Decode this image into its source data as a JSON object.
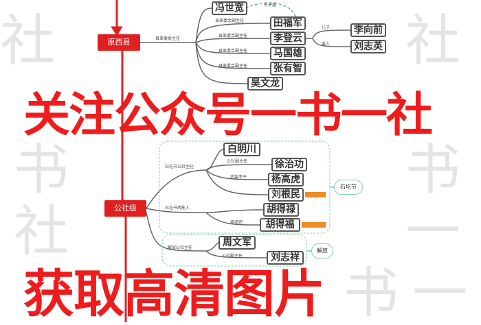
{
  "watermark": [
    "一",
    "书",
    "一",
    "社"
  ],
  "roots": {
    "county": "原西县",
    "commune": "公社级"
  },
  "county_edge": "县革委会主任",
  "county_nodes": [
    {
      "name": "冯世宽"
    },
    {
      "name": "田福军",
      "edge": "县革委会副主任"
    },
    {
      "name": "李登云",
      "edge": "县革委会副主任"
    },
    {
      "name": "马国雄",
      "edge": "县革委会副主任"
    },
    {
      "name": "张有智",
      "edge": "县革委会副主任"
    }
  ],
  "conflict_label": "有矛盾",
  "li_children": [
    {
      "name": "李向前",
      "edge": "儿子"
    },
    {
      "name": "刘志英",
      "edge": "爱人"
    }
  ],
  "partial_node": "吴文龙",
  "shigejie": {
    "group": "石圪节",
    "edge_main": "石圪节公社主任",
    "edge_people": "石圪节两能人",
    "nodes": [
      "白明川",
      "徐治功",
      "杨高虎",
      "刘根民",
      "胡得禄",
      "胡得福"
    ],
    "edge_vice": "公社副主任",
    "edge_arm": "武装专干",
    "edge_hu": "墙老师"
  },
  "jiefang": {
    "group": "解放",
    "edge_main": "解放公社主任",
    "edge_vice": "公社副主任",
    "nodes": [
      "周文军",
      "刘志祥"
    ]
  },
  "overlay": {
    "line1": "关注公众号一书一社",
    "line2": "获取高清图片"
  },
  "colors": {
    "red": "#e02020",
    "overlay": "#ee1c1c",
    "group": "#7fcfa8",
    "tag": "#f08a24"
  }
}
